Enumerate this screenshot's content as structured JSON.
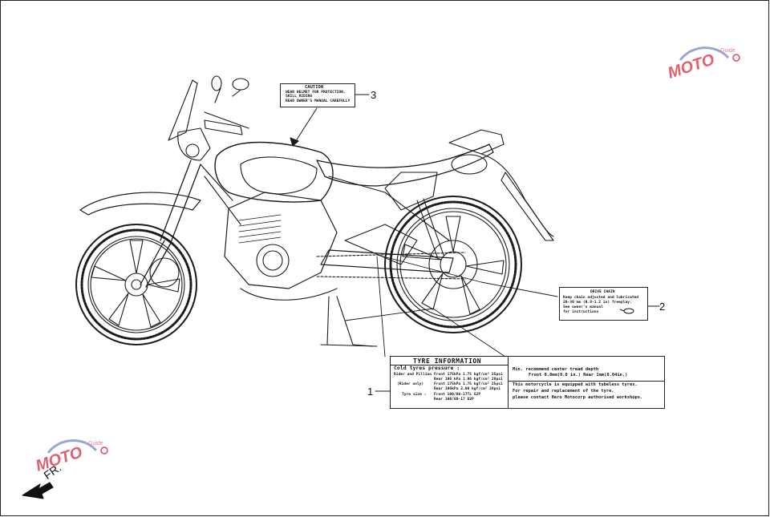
{
  "callouts": {
    "one": "1",
    "two": "2",
    "three": "3"
  },
  "caution_label": {
    "title": "CAUTION",
    "line1": "WEAR HELMET FOR PROTECTION,",
    "line2": "SKILL RIDING",
    "line3": "READ OWNER'S MANUAL CAREFULLY"
  },
  "chain_label": {
    "title": "DRIVE CHAIN",
    "line1": "Keep chain adjusted and lubricated",
    "line2": "20-30 mm (0.8-1.2 in) freeplay.",
    "line3": "See owner's manual",
    "line4": "for instructions"
  },
  "tyre_label": {
    "title": "TYRE INFORMATION",
    "subtitle": "Cold tyres pressure :",
    "rider_pillion": "Rider and Pillion",
    "rider_only": "(Rider only)",
    "tyre_size": "Tyre size :",
    "rows": [
      "Front 175kPa 1.75 kgf/cm² 25psi",
      "Rear  196 kPa 1.96 kgf/cm² 28psi",
      "Front 175kPa 1.75 kgf/cm² 25psi",
      "Rear  196kPa 2.00 kgf/cm² 28psi",
      "Front 100/80-17TL  52P",
      "Rear  100/80-17   62P"
    ],
    "min_tread": "Min. recommend center tread depth",
    "tread_values": "Front 0.8mm(0.0 in.) Rear 1mm(0.04in.)",
    "tubeless1": "This motorcycle is equipped with tubeless tyres.",
    "tubeless2": "For repair and replacement of the tyre,",
    "tubeless3": "please contact Hero Motocorp authorised workshops."
  },
  "direction": {
    "text": "FR."
  },
  "watermark": {
    "text": "MOTO",
    "sub": "Guide"
  }
}
